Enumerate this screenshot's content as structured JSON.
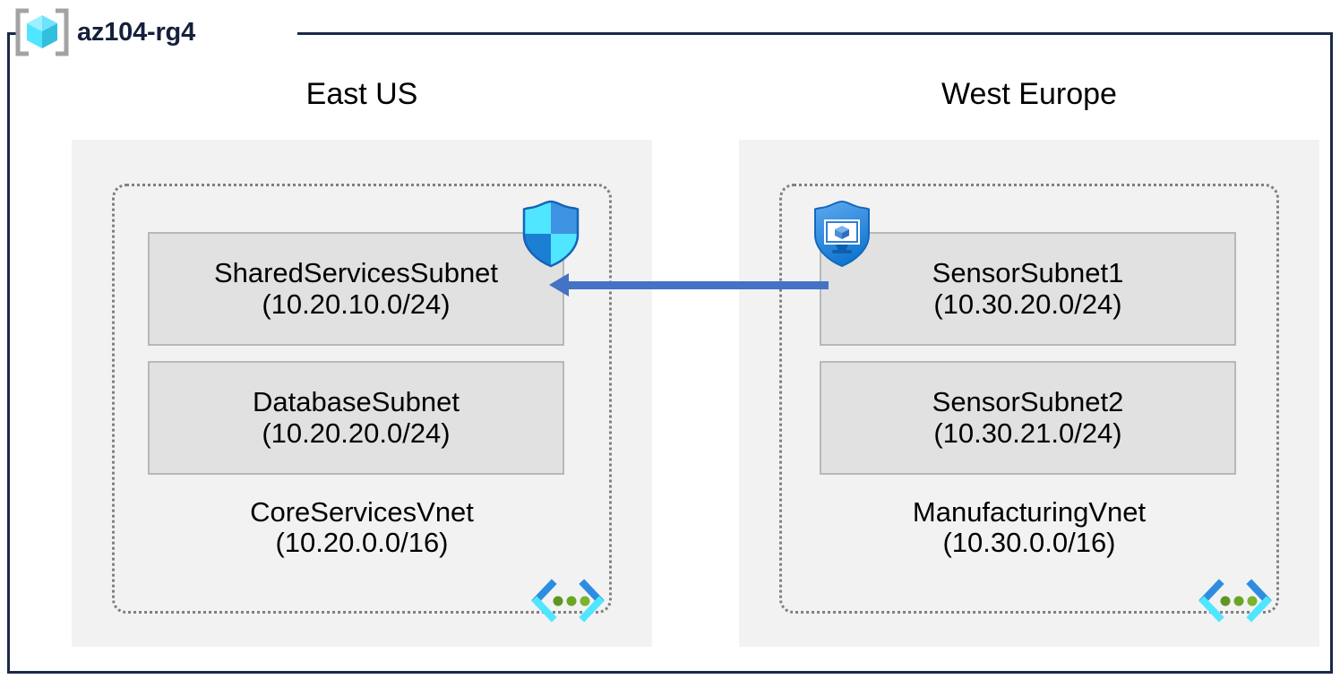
{
  "resource_group": {
    "name": "az104-rg4",
    "icon": "resource-group-cube-icon",
    "border_color": "#1b2a4a"
  },
  "regions": [
    {
      "id": "east-us",
      "label": "East US"
    },
    {
      "id": "west-europe",
      "label": "West Europe"
    }
  ],
  "vnets": [
    {
      "id": "core-services-vnet",
      "name": "CoreServicesVnet",
      "address_space": "(10.20.0.0/16)",
      "region": "East US",
      "peering_icon": "vnet-peering-icon",
      "subnets": [
        {
          "id": "shared-services-subnet",
          "name": "SharedServicesSubnet",
          "address_space": "(10.20.10.0/24)",
          "icon": "security-shield-icon"
        },
        {
          "id": "database-subnet",
          "name": "DatabaseSubnet",
          "address_space": "(10.20.20.0/24)",
          "icon": null
        }
      ]
    },
    {
      "id": "manufacturing-vnet",
      "name": "ManufacturingVnet",
      "address_space": "(10.30.0.0/16)",
      "region": "West Europe",
      "peering_icon": "vnet-peering-icon",
      "subnets": [
        {
          "id": "sensor-subnet-1",
          "name": "SensorSubnet1",
          "address_space": "(10.30.20.0/24)",
          "icon": "defender-for-cloud-shield-icon"
        },
        {
          "id": "sensor-subnet-2",
          "name": "SensorSubnet2",
          "address_space": "(10.30.21.0/24)",
          "icon": null
        }
      ]
    }
  ],
  "connection": {
    "id": "vnet-peering-connection",
    "direction": "right-to-left",
    "from": "SensorSubnet1",
    "to": "SharedServicesSubnet",
    "color": "#4472c4"
  },
  "colors": {
    "region_fill": "#f2f2f2",
    "subnet_fill": "#e1e1e1",
    "subnet_border": "#b8b8b8",
    "vnet_border": "#808080",
    "arrow": "#4472c4",
    "cube_cyan": "#50e6ff",
    "cube_teal": "#32bedd",
    "shield_blue": "#0078d4",
    "bracket_gray": "#a3a3a3",
    "dot_green": "#5e9624"
  }
}
